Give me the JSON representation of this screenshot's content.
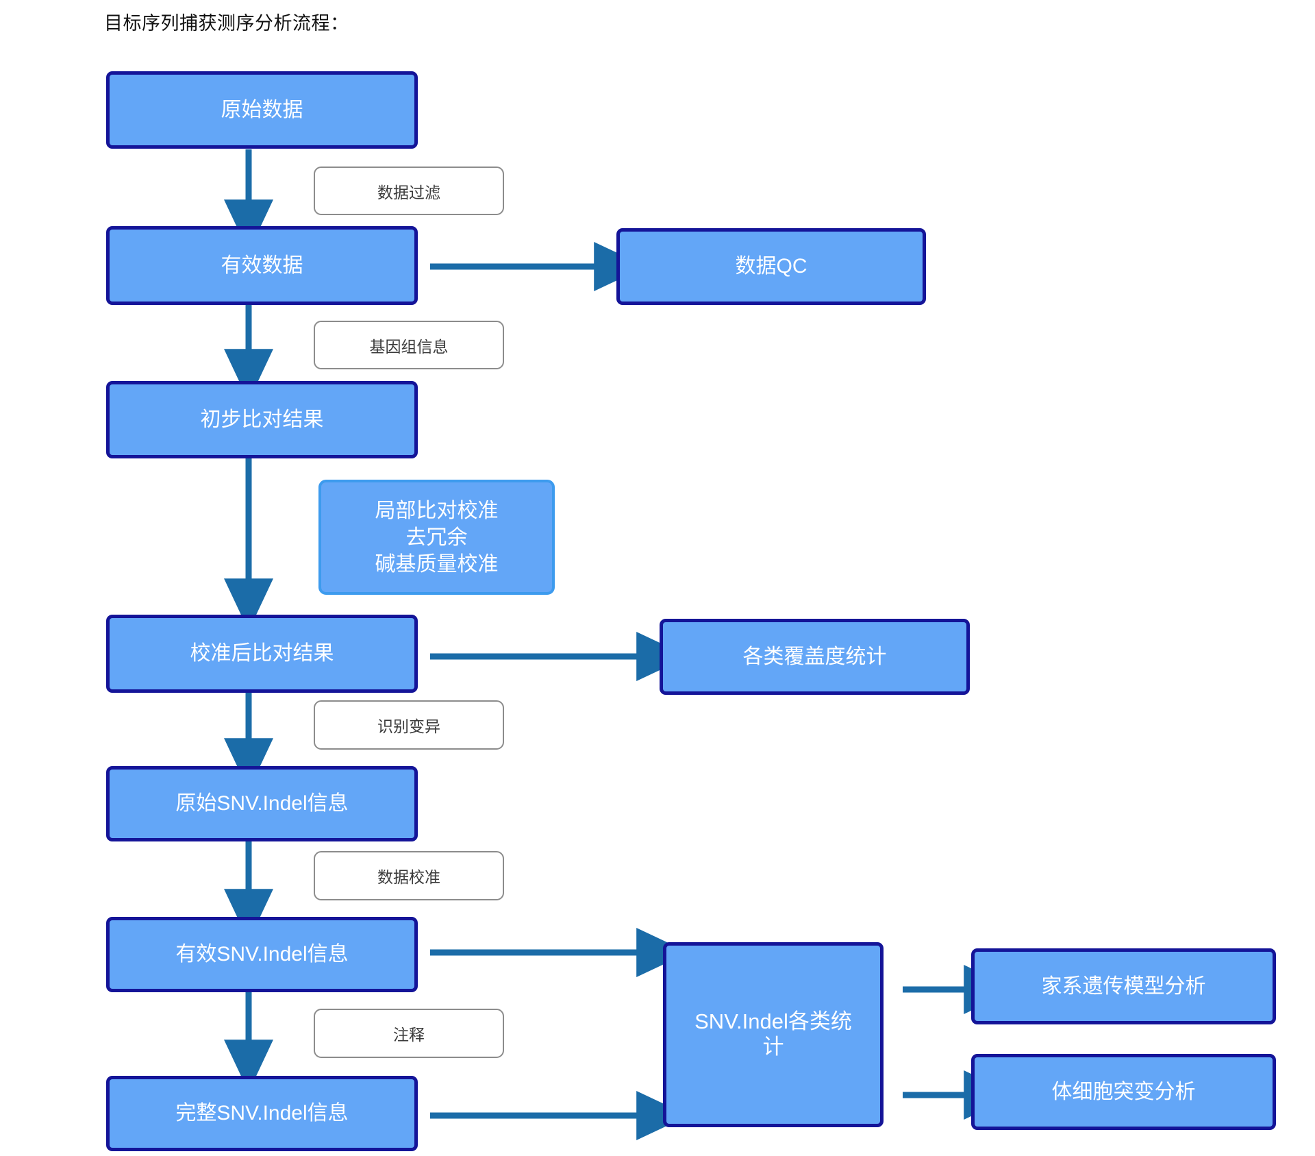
{
  "page": {
    "title": "目标序列捕获测序分析流程：",
    "colors": {
      "node_fill": "#63A6F7",
      "node_border": "#141498",
      "process_border": "#3D9BEE",
      "chip_border": "#8C8C8C",
      "chip_text": "#3A3A3A",
      "arrow": "#1B6CA8",
      "node_text": "#FFFFFF",
      "background": "#FFFFFF"
    }
  },
  "nodes": {
    "raw_data": "原始数据",
    "clean_data": "有效数据",
    "data_qc": "数据QC",
    "initial_alignment": "初步比对结果",
    "realign_process": "局部比对校准\n去冗余\n碱基质量校准",
    "recalibrated_alignment": "校准后比对结果",
    "coverage_stats": "各类覆盖度统计",
    "raw_snv_indel": "原始SNV.Indel信息",
    "valid_snv_indel": "有效SNV.Indel信息",
    "full_snv_indel": "完整SNV.Indel信息",
    "snv_indel_stats": "SNV.Indel各类统计",
    "pedigree_analysis": "家系遗传模型分析",
    "somatic_analysis": "体细胞突变分析"
  },
  "edge_labels": {
    "data_filter": "数据过滤",
    "genome_info": "基因组信息",
    "call_variants": "识别变异",
    "data_calibration": "数据校准",
    "annotation": "注释"
  },
  "flow": {
    "steps": [
      "原始数据",
      "有效数据",
      "初步比对结果",
      "校准后比对结果",
      "原始SNV.Indel信息",
      "有效SNV.Indel信息",
      "完整SNV.Indel信息"
    ],
    "branches": [
      "数据QC",
      "各类覆盖度统计",
      "SNV.Indel各类统计",
      "家系遗传模型分析",
      "体细胞突变分析"
    ]
  }
}
